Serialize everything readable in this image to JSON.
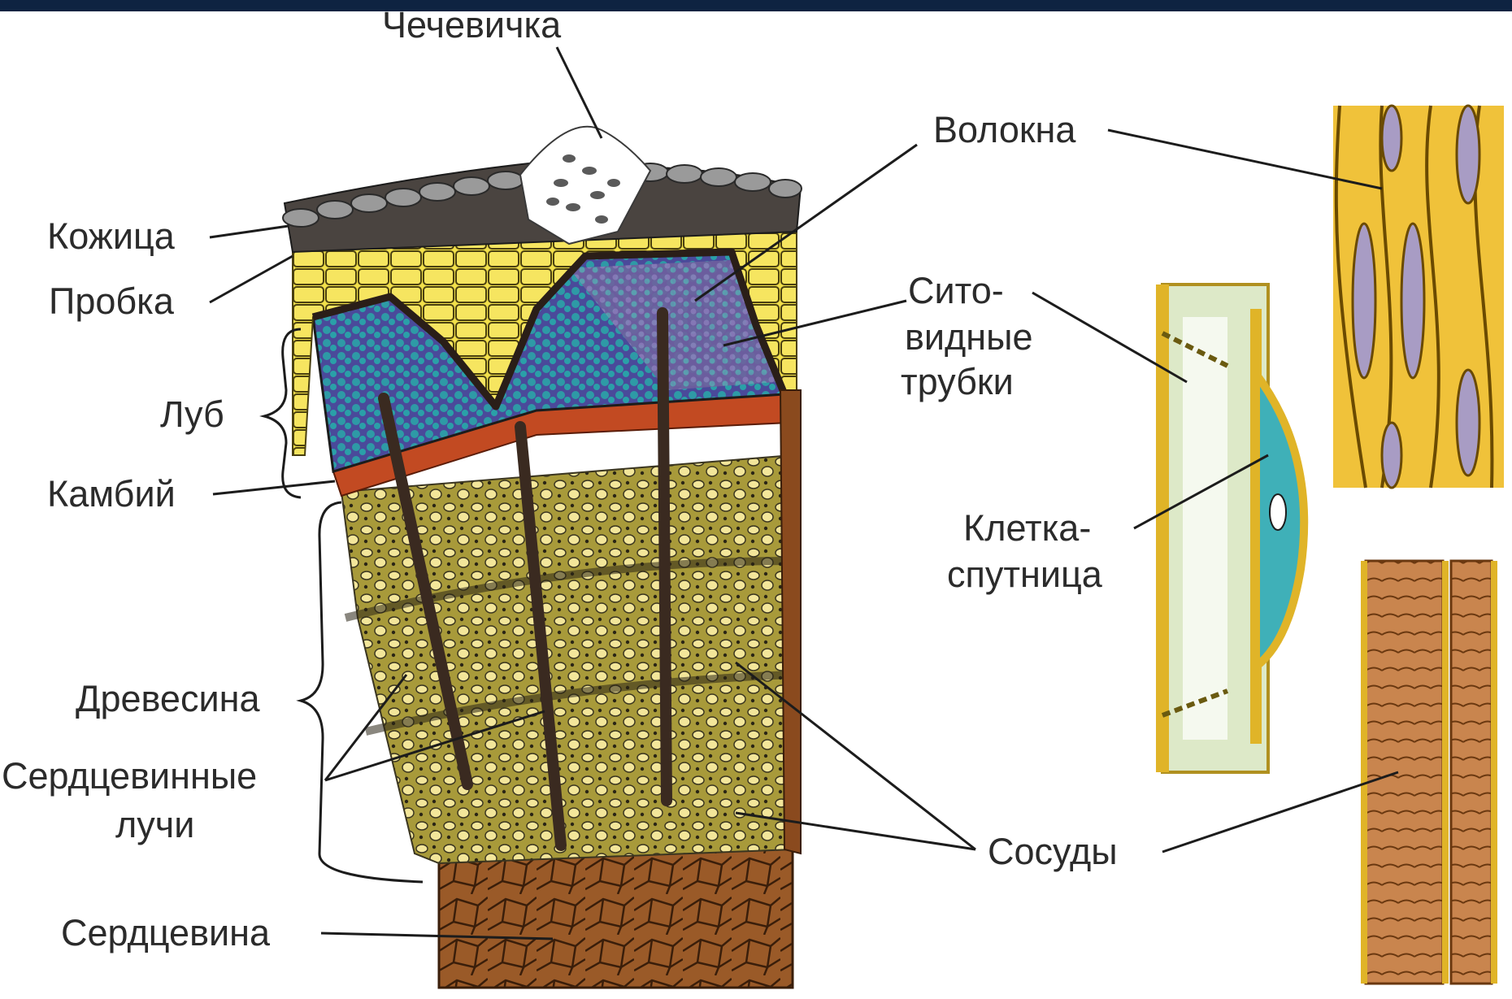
{
  "diagram": {
    "labels": {
      "lenticel": "Чечевичка",
      "epidermis": "Кожица",
      "cork": "Пробка",
      "phloem": "Луб",
      "cambium": "Камбий",
      "wood": "Древесина",
      "rays_line1": "Сердцевинные",
      "rays_line2": "лучи",
      "pith": "Сердцевина",
      "fibers": "Волокна",
      "sieve_line1": "Сито-",
      "sieve_line2": "видные",
      "sieve_line3": "трубки",
      "companion_line1": "Клетка-",
      "companion_line2": "спутница",
      "vessels": "Сосуды"
    },
    "colors": {
      "frame": "#0e2341",
      "background": "#ffffff",
      "epidermis": "#8a8a8a",
      "cork": "#4a4440",
      "phloem_yellow": "#f2e04a",
      "phloem_teal": "#2e9aa6",
      "phloem_purple": "#6f5f9e",
      "cambium": "#c24a22",
      "wood": "#a89a3a",
      "wood_cells": "#f3e69a",
      "pith": "#8a4a1e",
      "rays": "#3a2a20",
      "fiber_yellow": "#f0c23a",
      "fiber_lavender": "#a89cc4",
      "sieve_green": "#dde9c8",
      "companion_teal": "#3fb0b8",
      "vessel_brown": "#c9854e"
    }
  }
}
